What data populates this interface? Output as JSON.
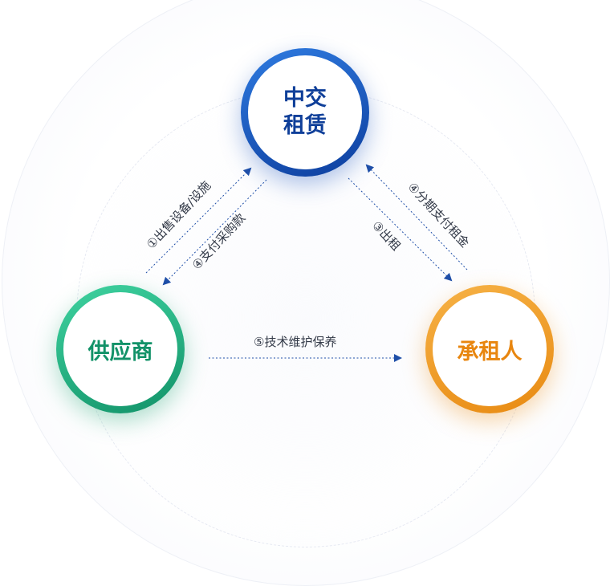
{
  "nodes": {
    "lessor_line1": "中交",
    "lessor_line2": "租赁",
    "supplier": "供应商",
    "lessee": "承租人"
  },
  "flows": {
    "sell_equipment": "①出售设备/设施",
    "pay_purchase": "④支付采购款",
    "installment_rent": "④分期支付租金",
    "lease_out": "③出租",
    "maintenance": "⑤技术维护保养"
  },
  "colors": {
    "lessor": "#0f3f99",
    "supplier": "#129268",
    "lessee": "#e8860f",
    "arrow": "#1f4fa8"
  }
}
